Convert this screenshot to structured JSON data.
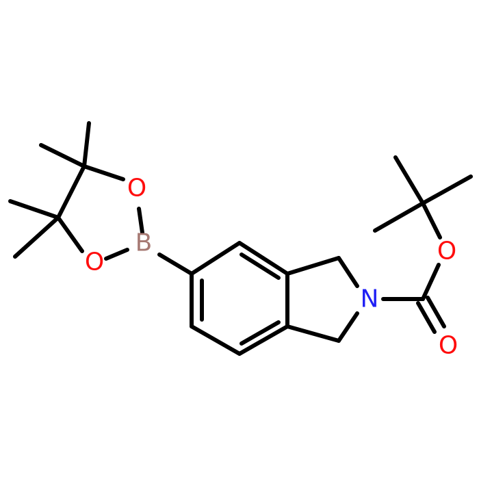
{
  "colors": {
    "background": "#ffffff",
    "bond": "#000000",
    "oxygen": "#ff0d0d",
    "nitrogen": "#1f1ff5",
    "boron": "#a67973"
  },
  "atoms": {
    "boron": {
      "symbol": "B",
      "element": "boron"
    },
    "o_ring_top": {
      "symbol": "O",
      "element": "oxygen"
    },
    "o_ring_bottom": {
      "symbol": "O",
      "element": "oxygen"
    },
    "nitrogen": {
      "symbol": "N",
      "element": "nitrogen"
    },
    "o_ester": {
      "symbol": "O",
      "element": "oxygen"
    },
    "o_carbonyl": {
      "symbol": "O",
      "element": "oxygen"
    }
  }
}
